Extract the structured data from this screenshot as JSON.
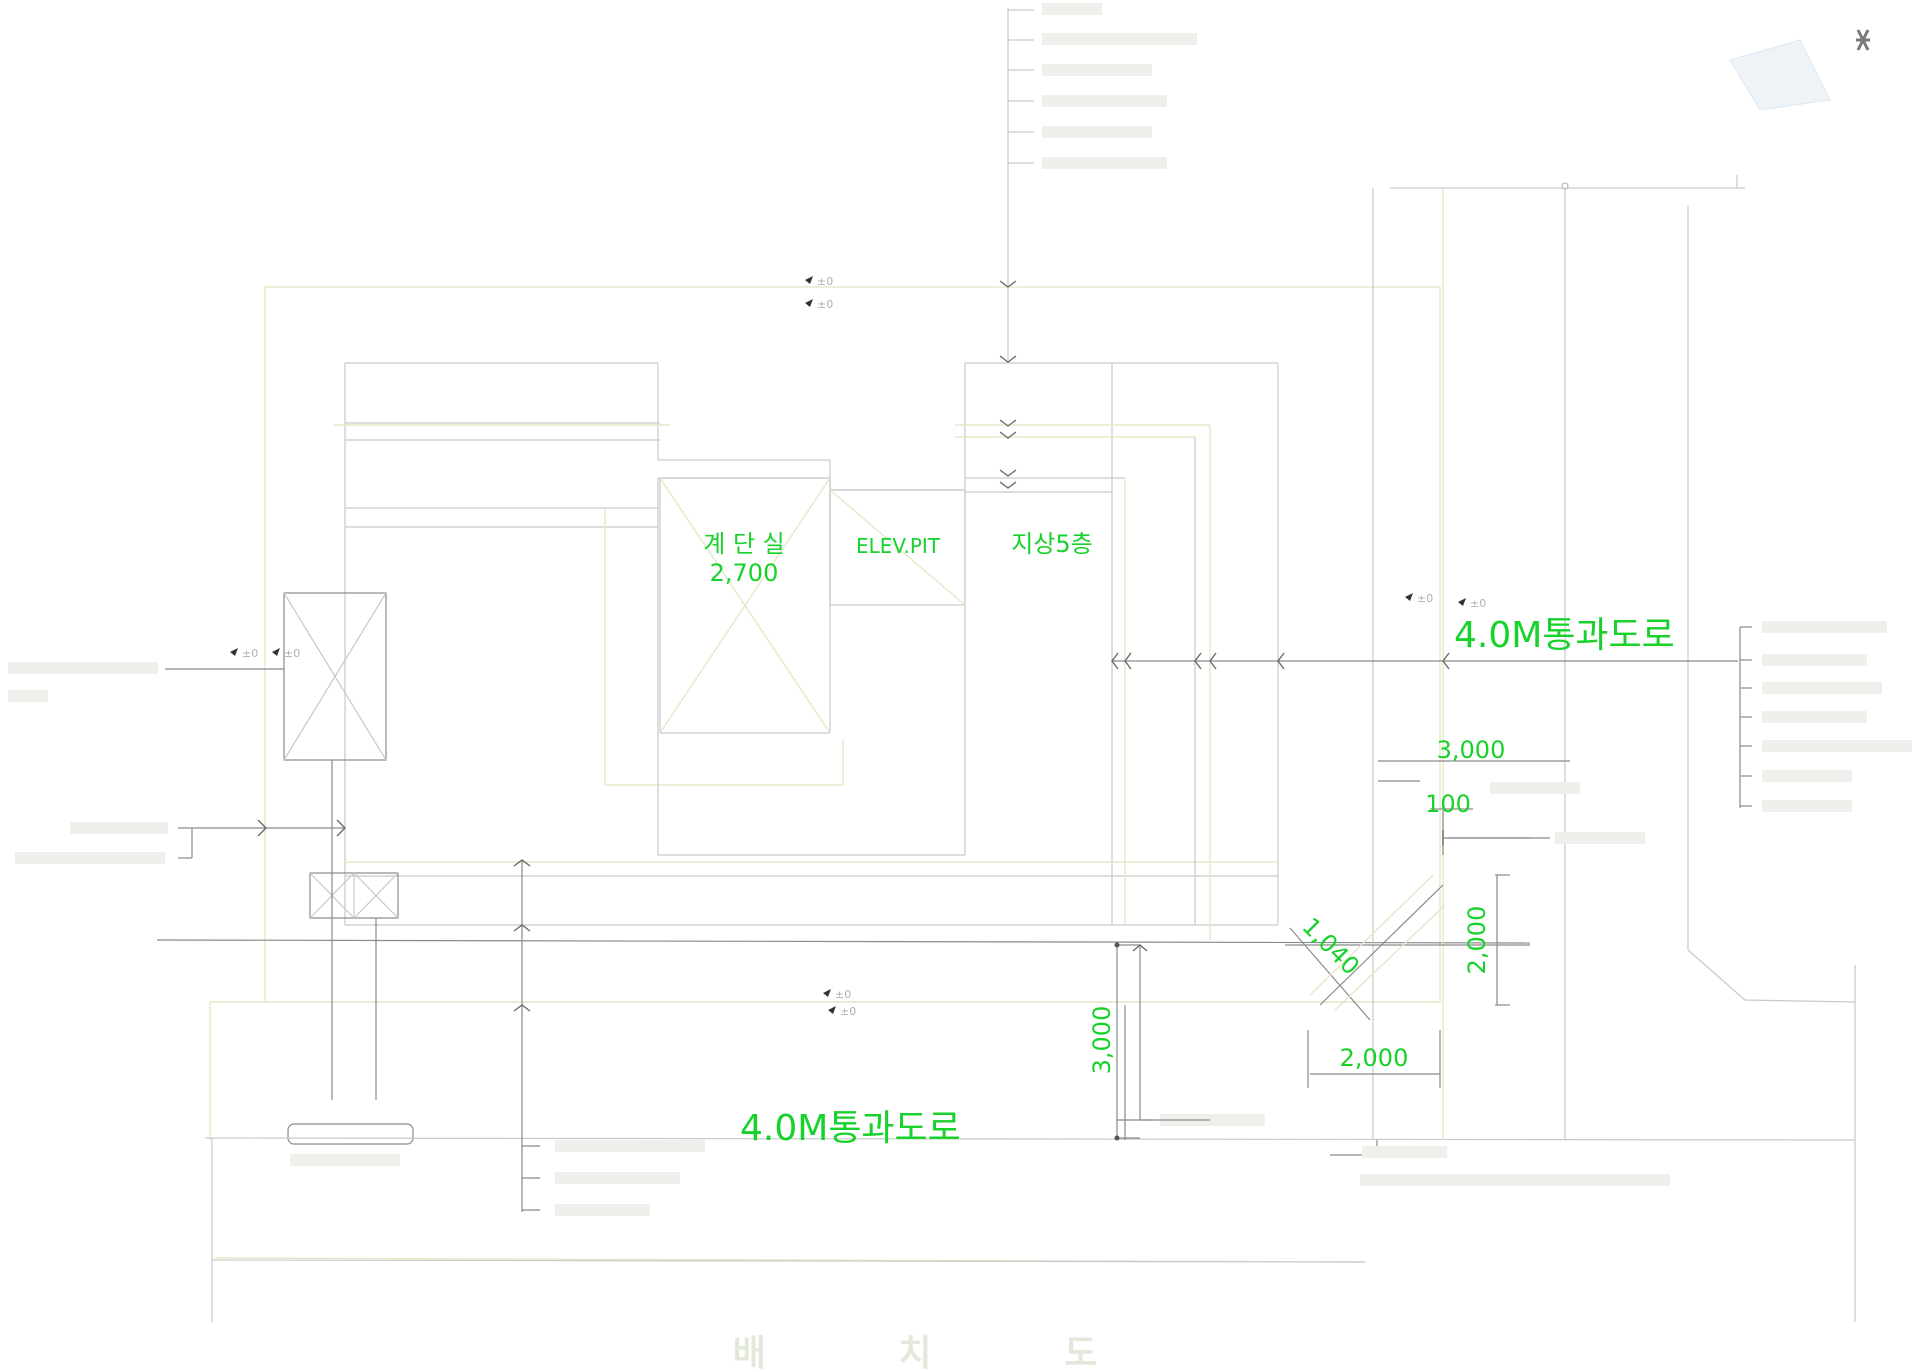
{
  "labels": {
    "stair_room": "계 단 실",
    "stair_dim": "2,700",
    "elev_pit": "ELEV.PIT",
    "floors": "지상5층",
    "road_right": "4.0M통과도로",
    "road_bottom": "4.0M통과도로",
    "title": "배  치  도"
  },
  "dimensions": {
    "d3000_top": "3,000",
    "d100": "100",
    "d2000_vert": "2,000",
    "d1040": "1,040",
    "d2000_horiz": "2,000",
    "d3000_vert": "3,000"
  },
  "levels": {
    "l1": "±0",
    "l2": "±0",
    "l3": "±0",
    "l4": "±0",
    "l5": "±0",
    "l6": "±0",
    "l7": "±0",
    "l8": "±0"
  },
  "colors": {
    "dimension_text": "#17d22a",
    "line": "#c9c9c9",
    "faint_text": "#e3e9da"
  },
  "icons": {
    "north_arrow": "north-arrow-icon"
  }
}
